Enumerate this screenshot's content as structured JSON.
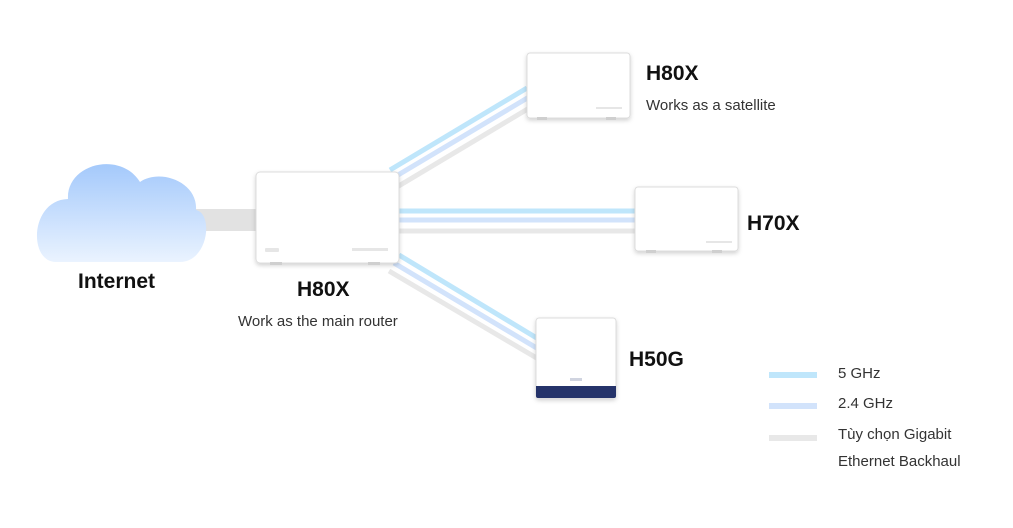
{
  "internet": {
    "label": "Internet"
  },
  "main_router": {
    "model": "H80X",
    "role": "Work as the main router"
  },
  "satellites": [
    {
      "model": "H80X",
      "role": "Works as a satellite"
    },
    {
      "model": "H70X",
      "role": ""
    },
    {
      "model": "H50G",
      "role": ""
    }
  ],
  "legend": {
    "items": [
      {
        "label": "5 GHz",
        "color": "#bfe6fb"
      },
      {
        "label": "2.4 GHz",
        "color": "#d2e3fb"
      },
      {
        "label": "Tùy chọn Gigabit",
        "label2": "Ethernet Backhaul",
        "color": "#e8e8e8"
      }
    ]
  },
  "colors": {
    "wifi5": "#bfe6fb",
    "wifi24": "#d2e3fb",
    "ethernet": "#e8e8e8",
    "cloud_top": "#a7ccfb",
    "cloud_bottom": "#e6f1ff",
    "h50g_base": "#25336a"
  }
}
